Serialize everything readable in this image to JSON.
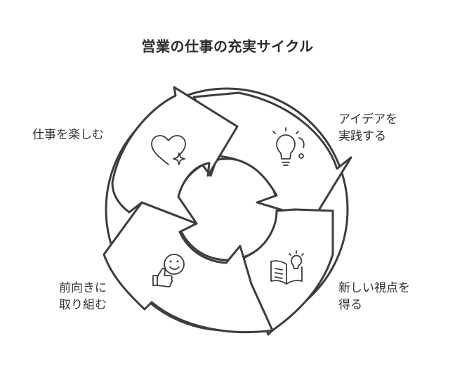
{
  "title": "営業の仕事の充実サイクル",
  "steps": [
    {
      "lines": [
        "仕事を楽しむ"
      ],
      "icon": "heart-sparkle-icon"
    },
    {
      "lines": [
        "アイデアを",
        "実践する"
      ],
      "icon": "lightbulb-icon"
    },
    {
      "lines": [
        "新しい視点を",
        "得る"
      ],
      "icon": "book-lightbulb-icon"
    },
    {
      "lines": [
        "前向きに",
        "取り組む"
      ],
      "icon": "smile-thumbs-up-icon"
    }
  ],
  "colors": {
    "stroke": "#3d3d3d",
    "fill": "#ffffff",
    "text": "#333333"
  }
}
